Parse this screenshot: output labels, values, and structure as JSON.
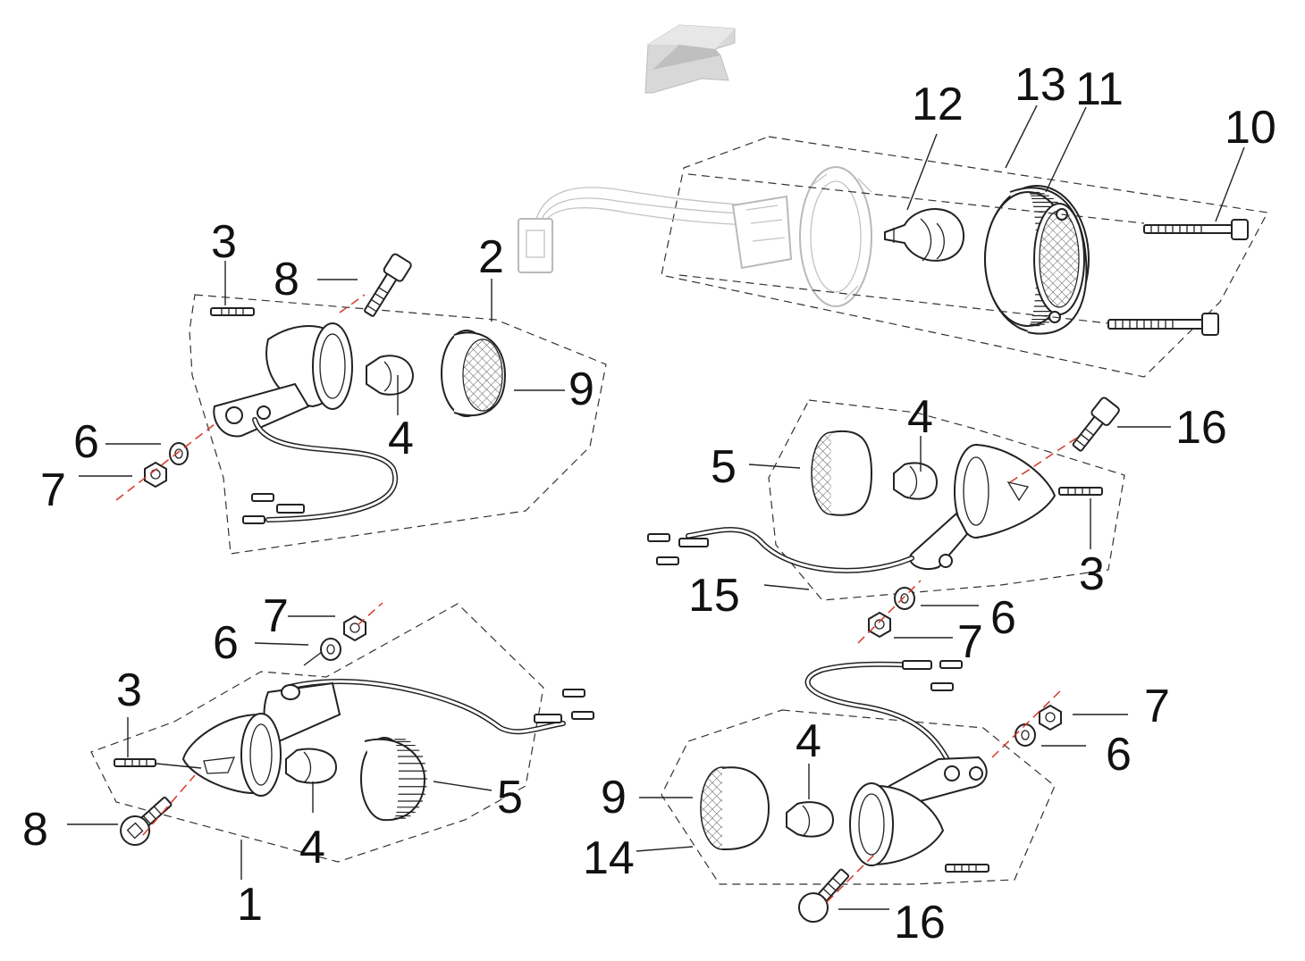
{
  "callouts": {
    "top_left_group": {
      "c3": "3",
      "c8": "8",
      "c2": "2",
      "c9": "9",
      "c4": "4",
      "c6": "6",
      "c7": "7"
    },
    "top_right_group": {
      "c12": "12",
      "c13": "13",
      "c11": "11",
      "c10": "10"
    },
    "middle_right_group": {
      "c4": "4",
      "c16": "16",
      "c5": "5",
      "c3": "3",
      "c15": "15",
      "c6": "6",
      "c7": "7"
    },
    "bottom_left_group": {
      "c7": "7",
      "c6": "6",
      "c3": "3",
      "c8": "8",
      "c5": "5",
      "c4": "4",
      "c1": "1"
    },
    "bottom_right_group": {
      "c7": "7",
      "c6": "6",
      "c4": "4",
      "c9": "9",
      "c14": "14",
      "c16": "16"
    }
  },
  "icons": [
    "direction-arrow-icon",
    "turn-signal-icon",
    "tail-light-icon",
    "bulb-icon",
    "lens-icon",
    "screw-icon",
    "nut-icon",
    "washer-icon"
  ],
  "colors": {
    "axis_line": "#d43a2a",
    "ghost_part": "#b9b9b9",
    "ink": "#222222",
    "arrow_fill": "#cfcfcf"
  }
}
